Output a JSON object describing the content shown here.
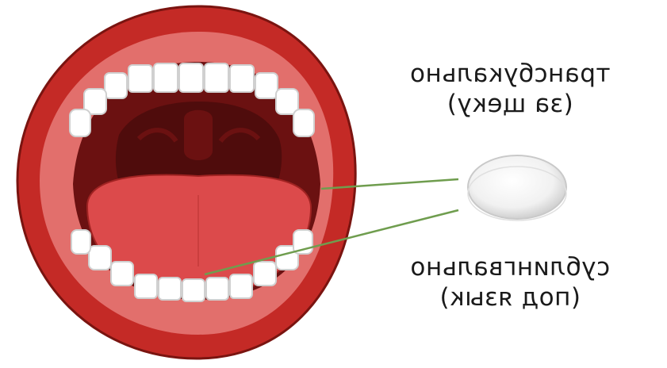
{
  "diagram": {
    "labels": {
      "buccal": {
        "line1": "трансбукально",
        "line2": "(за щеку)"
      },
      "sublingual": {
        "line1": "сублингвально",
        "line2": "(под язык)"
      }
    }
  },
  "colors": {
    "lip": "#c42a26",
    "lip_dark": "#8d1814",
    "gum": "#e06a66",
    "throat": "#6b1111",
    "throat_deep": "#4a0a0a",
    "tongue": "#dc4a4b",
    "tooth": "#ffffff",
    "tooth_edge": "#d8d8d8",
    "pointer_line": "#6f9d4e",
    "pill": "#f2f2f2"
  }
}
